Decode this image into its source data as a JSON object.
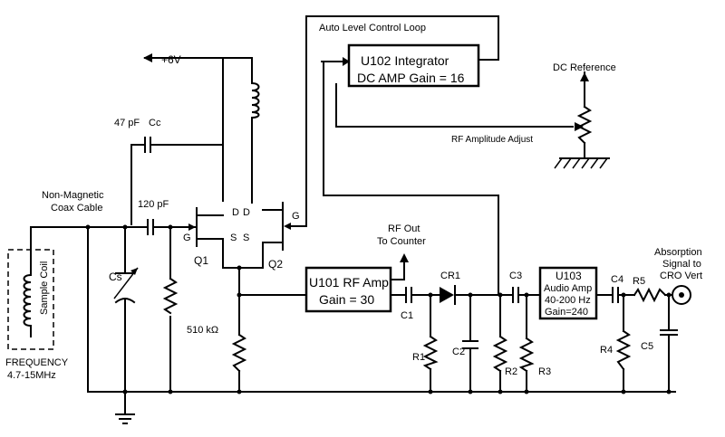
{
  "labels": {
    "supply": "+6V",
    "alc_loop": "Auto Level Control Loop",
    "u102_line1": "U102 Integrator",
    "u102_line2": "DC AMP Gain = 16",
    "dc_reference": "DC Reference",
    "rf_amp_adjust": "RF Amplitude Adjust",
    "cap_47pf": "47 pF",
    "cc": "Cc",
    "cap_120pf": "120 pF",
    "non_magnetic_1": "Non-Magnetic",
    "non_magnetic_2": "Coax Cable",
    "g_left": "G",
    "d_left": "D",
    "d_right": "D",
    "s_left": "S",
    "s_right": "S",
    "g_right": "G",
    "q1": "Q1",
    "q2": "Q2",
    "cs": "Cs",
    "sample_coil": "Sample Coil",
    "frequency_1": "FREQUENCY",
    "frequency_2": "4.7-15MHz",
    "r510": "510 kΩ",
    "rf_out_1": "RF Out",
    "rf_out_2": "To Counter",
    "u101_line1": "U101 RF Amp",
    "u101_line2": "Gain = 30",
    "c1": "C1",
    "cr1": "CR1",
    "r1": "R1",
    "c2": "C2",
    "c3": "C3",
    "r2": "R2",
    "r3": "R3",
    "u103_line1": "U103",
    "u103_line2": "Audio Amp",
    "u103_line3": "40-200 Hz",
    "u103_line4": "Gain=240",
    "c4": "C4",
    "r5": "R5",
    "r4": "R4",
    "c5": "C5",
    "absorption_1": "Absorption",
    "absorption_2": "Signal to",
    "absorption_3": "CRO Vert"
  }
}
